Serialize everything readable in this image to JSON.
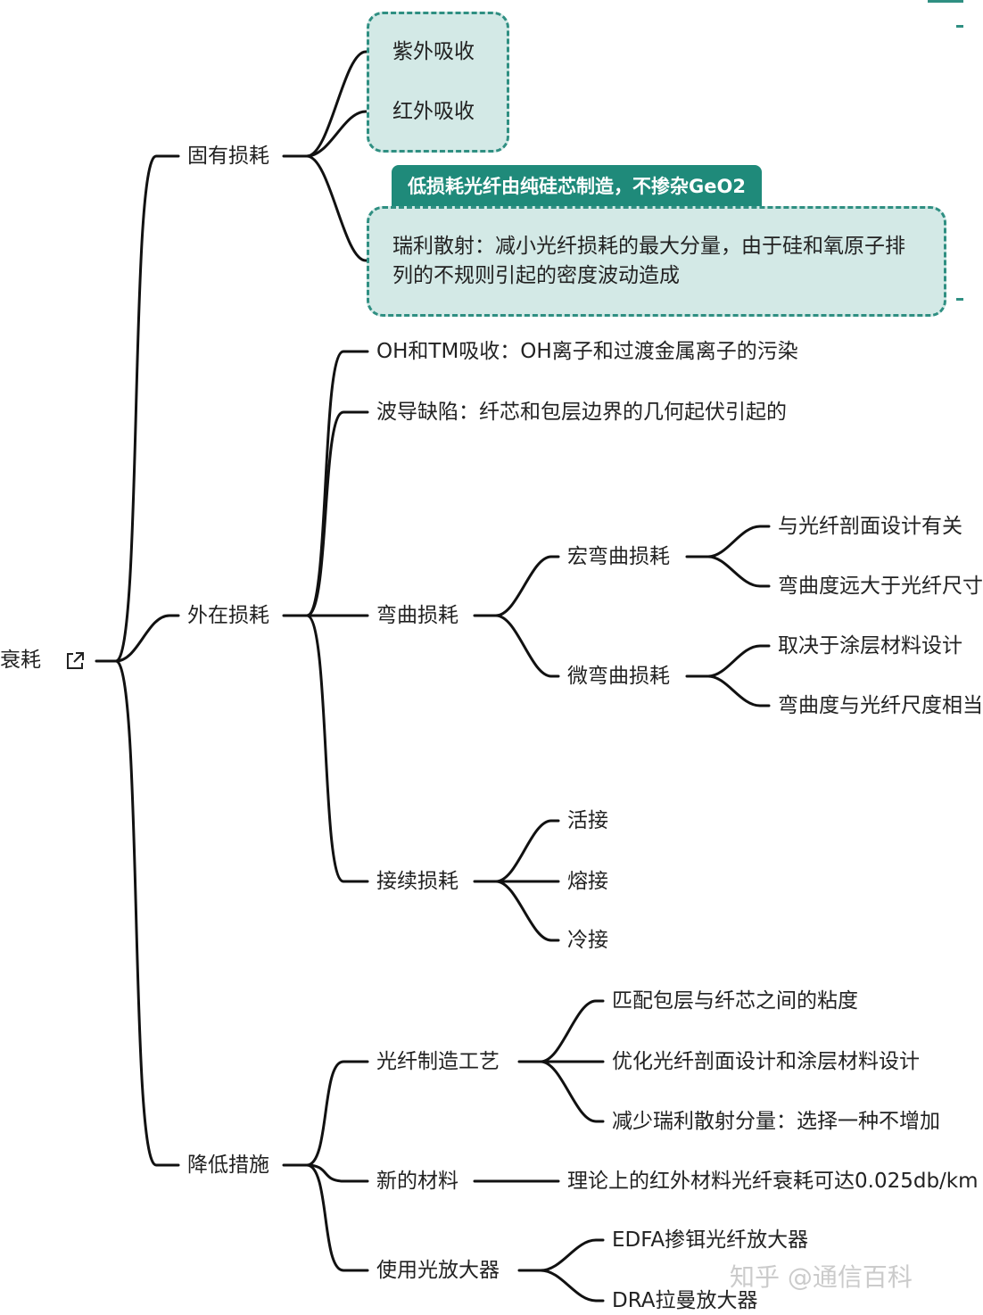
{
  "root": {
    "label": "衰耗"
  },
  "branches": {
    "intrinsic": {
      "label": "固有损耗",
      "uv": "紫外吸收",
      "ir": "红外吸收",
      "callout": "低损耗光纤由纯硅芯制造，不掺杂GeO2",
      "rayleigh": "瑞利散射：减小光纤损耗的最大分量，由于硅和氧原子排列的不规则引起的密度波动造成"
    },
    "extrinsic": {
      "label": "外在损耗",
      "oh": "OH和TM吸收：OH离子和过渡金属离子的污染",
      "waveguide": "波导缺陷：纤芯和包层边界的几何起伏引起的",
      "bending": {
        "label": "弯曲损耗",
        "macro": {
          "label": "宏弯曲损耗",
          "items": [
            "与光纤剖面设计有关",
            "弯曲度远大于光纤尺寸"
          ]
        },
        "micro": {
          "label": "微弯曲损耗",
          "items": [
            "取决于涂层材料设计",
            "弯曲度与光纤尺度相当"
          ]
        }
      },
      "splice": {
        "label": "接续损耗",
        "items": [
          "活接",
          "熔接",
          "冷接"
        ]
      }
    },
    "reduction": {
      "label": "降低措施",
      "process": {
        "label": "光纤制造工艺",
        "items": [
          "匹配包层与纤芯之间的粘度",
          "优化光纤剖面设计和涂层材料设计",
          "减少瑞利散射分量：选择一种不增加"
        ]
      },
      "material": {
        "label": "新的材料",
        "item": "理论上的红外材料光纤衰耗可达0.025db/km"
      },
      "amplifier": {
        "label": "使用光放大器",
        "items": [
          "EDFA掺铒光纤放大器",
          "DRA拉曼放大器"
        ]
      }
    }
  },
  "watermark": "知乎 @通信百科",
  "colors": {
    "accent": "#1f8a7a",
    "highlight_fill": "#d3e9e6",
    "line": "#111111"
  }
}
